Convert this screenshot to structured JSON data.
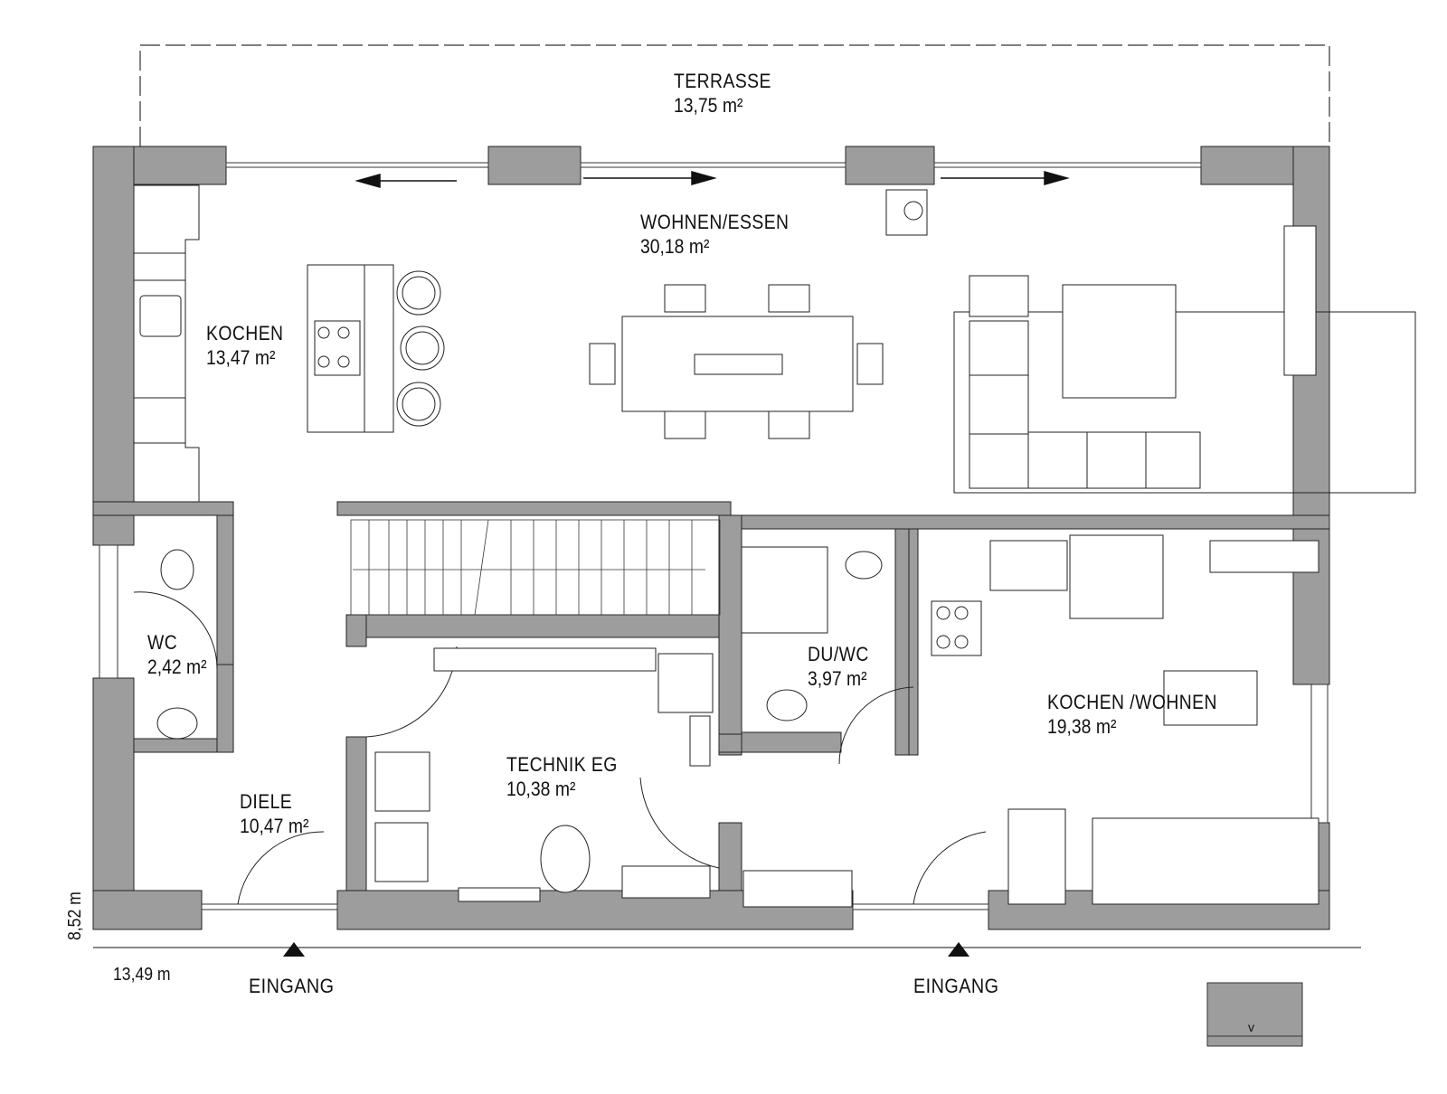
{
  "plan": {
    "wall_color": "#9d9d9d",
    "line_color": "#111111",
    "rooms": [
      {
        "id": "terrasse",
        "name": "TERRASSE",
        "area": "13,75 m²"
      },
      {
        "id": "wohnen-essen",
        "name": "WOHNEN/ESSEN",
        "area": "30,18 m²"
      },
      {
        "id": "kochen",
        "name": "KOCHEN",
        "area": "13,47 m²"
      },
      {
        "id": "wc",
        "name": "WC",
        "area": "2,42 m²"
      },
      {
        "id": "du-wc",
        "name": "DU/WC",
        "area": "3,97 m²"
      },
      {
        "id": "kochen-wohnen",
        "name": "KOCHEN /WOHNEN",
        "area": "19,38 m²"
      },
      {
        "id": "technik-eg",
        "name": "TECHNIK EG",
        "area": "10,38 m²"
      },
      {
        "id": "diele",
        "name": "DIELE",
        "area": "10,47 m²"
      }
    ],
    "dimensions": {
      "height": "8,52 m",
      "width": "13,49 m"
    },
    "entrances": [
      {
        "label": "EINGANG"
      },
      {
        "label": "EINGANG"
      }
    ],
    "stair_marker": "v"
  }
}
